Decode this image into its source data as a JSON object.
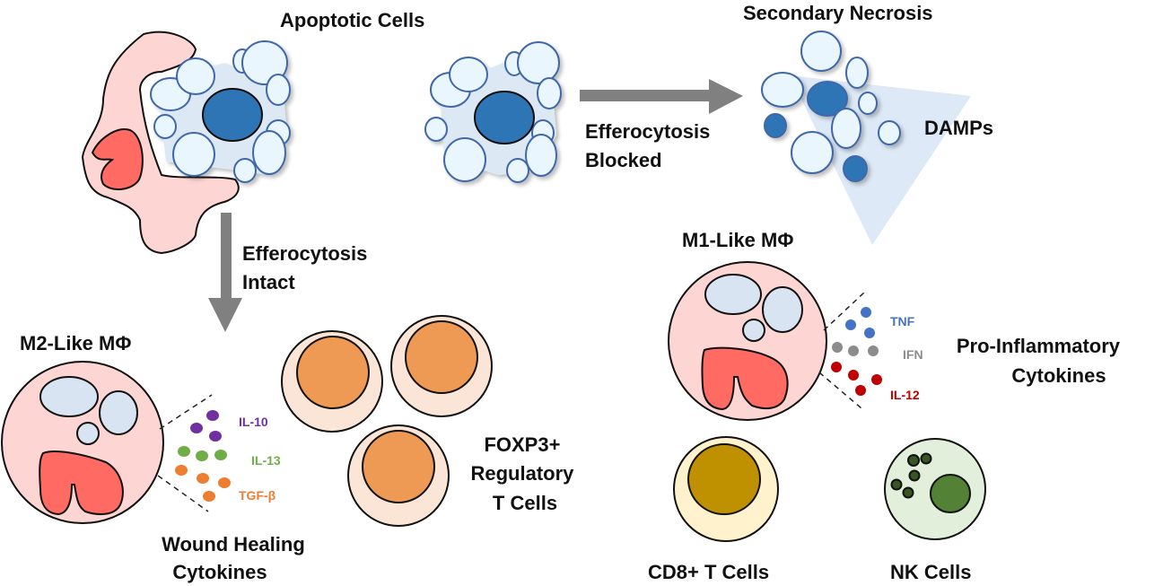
{
  "labels": {
    "apoptotic_cells": "Apoptotic Cells",
    "secondary_necrosis": "Secondary Necrosis",
    "efferocytosis_blocked": [
      "Efferocytosis",
      "Blocked"
    ],
    "efferocytosis_intact": [
      "Efferocytosis",
      "Intact"
    ],
    "damps": "DAMPs",
    "m2_macrophage": "M2-Like MΦ",
    "m1_macrophage": "M1-Like MΦ",
    "wound_healing": [
      "Wound Healing",
      "Cytokines"
    ],
    "pro_inflammatory": [
      "Pro-Inflammatory",
      "Cytokines"
    ],
    "tregs": [
      "FOXP3+",
      "Regulatory",
      "T Cells"
    ],
    "cd8": "CD8+ T Cells",
    "nk": "NK Cells"
  },
  "m2_cytokines": [
    {
      "name": "IL-10",
      "color": "#7030a0"
    },
    {
      "name": "IL-13",
      "color": "#70ad47"
    },
    {
      "name": "TGF-β",
      "color": "#ed7d31"
    }
  ],
  "m1_cytokines": [
    {
      "name": "TNF",
      "color": "#4472c4"
    },
    {
      "name": "IFN",
      "color": "#8c8c8c"
    },
    {
      "name": "IL-12",
      "color": "#c00000"
    }
  ],
  "colors": {
    "macrophage_body": "#fdd5d3",
    "macrophage_nucleus": "#ff6b63",
    "vacuole": "#d9e4f3",
    "apoptotic_nucleus": "#2e75b6",
    "treg_body": "#fbe5d6",
    "treg_nucleus": "#ee9a55",
    "cd8_body": "#fff2cc",
    "cd8_nucleus": "#bf9000",
    "nk_body": "#e2efda",
    "nk_nucleus": "#538135",
    "arrow": "#808080",
    "damps_triangle": "#dde9f6"
  }
}
